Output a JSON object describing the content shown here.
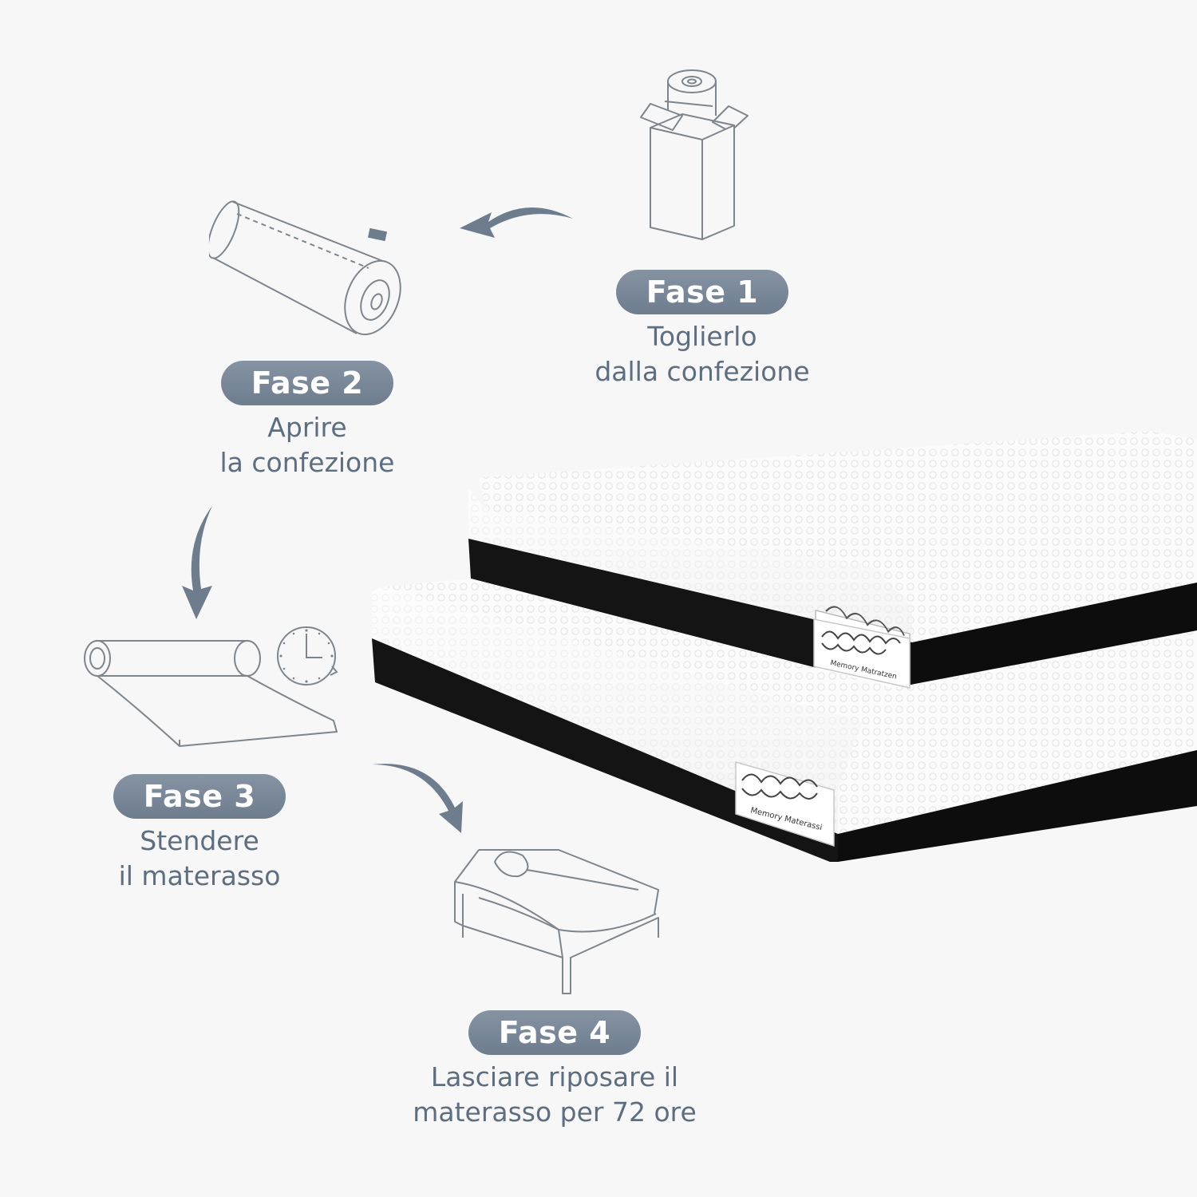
{
  "colors": {
    "background": "#f7f7f7",
    "pill": "#7a8898",
    "pill_text": "#ffffff",
    "text": "#5d6e80",
    "arrow": "#6e7d8e",
    "icon_stroke": "#7d858d",
    "mattress_top": "#ffffff",
    "mattress_band": "#121212"
  },
  "steps": [
    {
      "badge": "Fase 1",
      "lines": [
        "Toglierlo",
        "dalla confezione"
      ],
      "icon": "boxed-roll-icon"
    },
    {
      "badge": "Fase 2",
      "lines": [
        "Aprire",
        "la confezione"
      ],
      "icon": "rolled-mattress-icon"
    },
    {
      "badge": "Fase 3",
      "lines": [
        "Stendere",
        "il materasso"
      ],
      "icon": "unrolling-mattress-icon"
    },
    {
      "badge": "Fase 4",
      "lines": [
        "Lasciare riposare il",
        "materasso per 72 ore"
      ],
      "icon": "bed-icon"
    }
  ],
  "product": {
    "label_top": "Memory Matratzen",
    "label_bottom": "Memory Materassi"
  }
}
